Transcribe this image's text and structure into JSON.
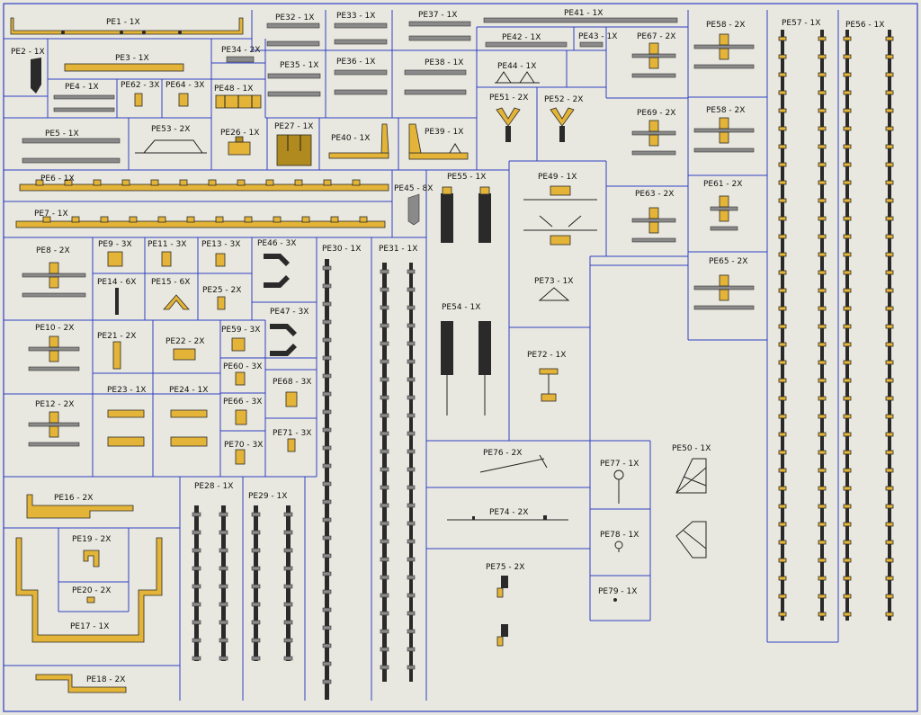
{
  "colors": {
    "background": "#e9e8e0",
    "grid": "#2f3fc4",
    "part": "#e3b437",
    "part_dark": "#b08a1e",
    "outline": "#2a2a2a"
  },
  "parts": [
    {
      "id": "pe1",
      "label": "PE1 - 1X"
    },
    {
      "id": "pe2",
      "label": "PE2 - 1X"
    },
    {
      "id": "pe3",
      "label": "PE3 - 1X"
    },
    {
      "id": "pe4",
      "label": "PE4 - 1X"
    },
    {
      "id": "pe5",
      "label": "PE5 - 1X"
    },
    {
      "id": "pe6",
      "label": "PE6 - 1X"
    },
    {
      "id": "pe7",
      "label": "PE7 - 1X"
    },
    {
      "id": "pe8",
      "label": "PE8 - 2X"
    },
    {
      "id": "pe9",
      "label": "PE9 - 3X"
    },
    {
      "id": "pe10",
      "label": "PE10 - 2X"
    },
    {
      "id": "pe11",
      "label": "PE11 - 3X"
    },
    {
      "id": "pe12",
      "label": "PE12 - 2X"
    },
    {
      "id": "pe13",
      "label": "PE13 - 3X"
    },
    {
      "id": "pe14",
      "label": "PE14 - 6X"
    },
    {
      "id": "pe15",
      "label": "PE15 - 6X"
    },
    {
      "id": "pe16",
      "label": "PE16 - 2X"
    },
    {
      "id": "pe17",
      "label": "PE17 - 1X"
    },
    {
      "id": "pe18",
      "label": "PE18 - 2X"
    },
    {
      "id": "pe19",
      "label": "PE19 - 2X"
    },
    {
      "id": "pe20",
      "label": "PE20 - 2X"
    },
    {
      "id": "pe21",
      "label": "PE21 - 2X"
    },
    {
      "id": "pe22",
      "label": "PE22 - 2X"
    },
    {
      "id": "pe23",
      "label": "PE23 - 1X"
    },
    {
      "id": "pe24",
      "label": "PE24 - 1X"
    },
    {
      "id": "pe25",
      "label": "PE25 - 2X"
    },
    {
      "id": "pe26",
      "label": "PE26 - 1X"
    },
    {
      "id": "pe27",
      "label": "PE27 - 1X"
    },
    {
      "id": "pe28",
      "label": "PE28 - 1X"
    },
    {
      "id": "pe29",
      "label": "PE29 - 1X"
    },
    {
      "id": "pe30",
      "label": "PE30 - 1X"
    },
    {
      "id": "pe31",
      "label": "PE31 - 1X"
    },
    {
      "id": "pe32",
      "label": "PE32 - 1X"
    },
    {
      "id": "pe33",
      "label": "PE33 - 1X"
    },
    {
      "id": "pe34",
      "label": "PE34 - 2X"
    },
    {
      "id": "pe35",
      "label": "PE35 - 1X"
    },
    {
      "id": "pe36",
      "label": "PE36 - 1X"
    },
    {
      "id": "pe37",
      "label": "PE37 - 1X"
    },
    {
      "id": "pe38",
      "label": "PE38 - 1X"
    },
    {
      "id": "pe39",
      "label": "PE39 - 1X"
    },
    {
      "id": "pe40",
      "label": "PE40 - 1X"
    },
    {
      "id": "pe41",
      "label": "PE41 - 1X"
    },
    {
      "id": "pe42",
      "label": "PE42 - 1X"
    },
    {
      "id": "pe43",
      "label": "PE43 - 1X"
    },
    {
      "id": "pe44",
      "label": "PE44 - 1X"
    },
    {
      "id": "pe45",
      "label": "PE45 - 8X"
    },
    {
      "id": "pe46",
      "label": "PE46 - 3X"
    },
    {
      "id": "pe47",
      "label": "PE47 - 3X"
    },
    {
      "id": "pe48",
      "label": "PE48 - 1X"
    },
    {
      "id": "pe49",
      "label": "PE49 - 1X"
    },
    {
      "id": "pe50",
      "label": "PE50 - 1X"
    },
    {
      "id": "pe51",
      "label": "PE51 - 2X"
    },
    {
      "id": "pe52",
      "label": "PE52 - 2X"
    },
    {
      "id": "pe53",
      "label": "PE53 - 2X"
    },
    {
      "id": "pe54",
      "label": "PE54 - 1X"
    },
    {
      "id": "pe55",
      "label": "PE55 - 1X"
    },
    {
      "id": "pe56",
      "label": "PE56 - 1X"
    },
    {
      "id": "pe57",
      "label": "PE57 - 1X"
    },
    {
      "id": "pe58a",
      "label": "PE58 - 2X"
    },
    {
      "id": "pe58b",
      "label": "PE58 - 2X"
    },
    {
      "id": "pe59",
      "label": "PE59 - 3X"
    },
    {
      "id": "pe60",
      "label": "PE60 - 3X"
    },
    {
      "id": "pe61",
      "label": "PE61 - 2X"
    },
    {
      "id": "pe62",
      "label": "PE62 - 3X"
    },
    {
      "id": "pe63",
      "label": "PE63 - 2X"
    },
    {
      "id": "pe64",
      "label": "PE64 - 3X"
    },
    {
      "id": "pe65",
      "label": "PE65 - 2X"
    },
    {
      "id": "pe66",
      "label": "PE66 - 3X"
    },
    {
      "id": "pe67",
      "label": "PE67 - 2X"
    },
    {
      "id": "pe68",
      "label": "PE68 - 3X"
    },
    {
      "id": "pe69",
      "label": "PE69 - 2X"
    },
    {
      "id": "pe70",
      "label": "PE70 - 3X"
    },
    {
      "id": "pe71",
      "label": "PE71 - 3X"
    },
    {
      "id": "pe72",
      "label": "PE72 - 1X"
    },
    {
      "id": "pe73",
      "label": "PE73 - 1X"
    },
    {
      "id": "pe74",
      "label": "PE74 - 2X"
    },
    {
      "id": "pe75",
      "label": "PE75 - 2X"
    },
    {
      "id": "pe76",
      "label": "PE76 - 2X"
    },
    {
      "id": "pe77",
      "label": "PE77 - 1X"
    },
    {
      "id": "pe78",
      "label": "PE78 - 1X"
    },
    {
      "id": "pe79",
      "label": "PE79 - 1X"
    }
  ]
}
